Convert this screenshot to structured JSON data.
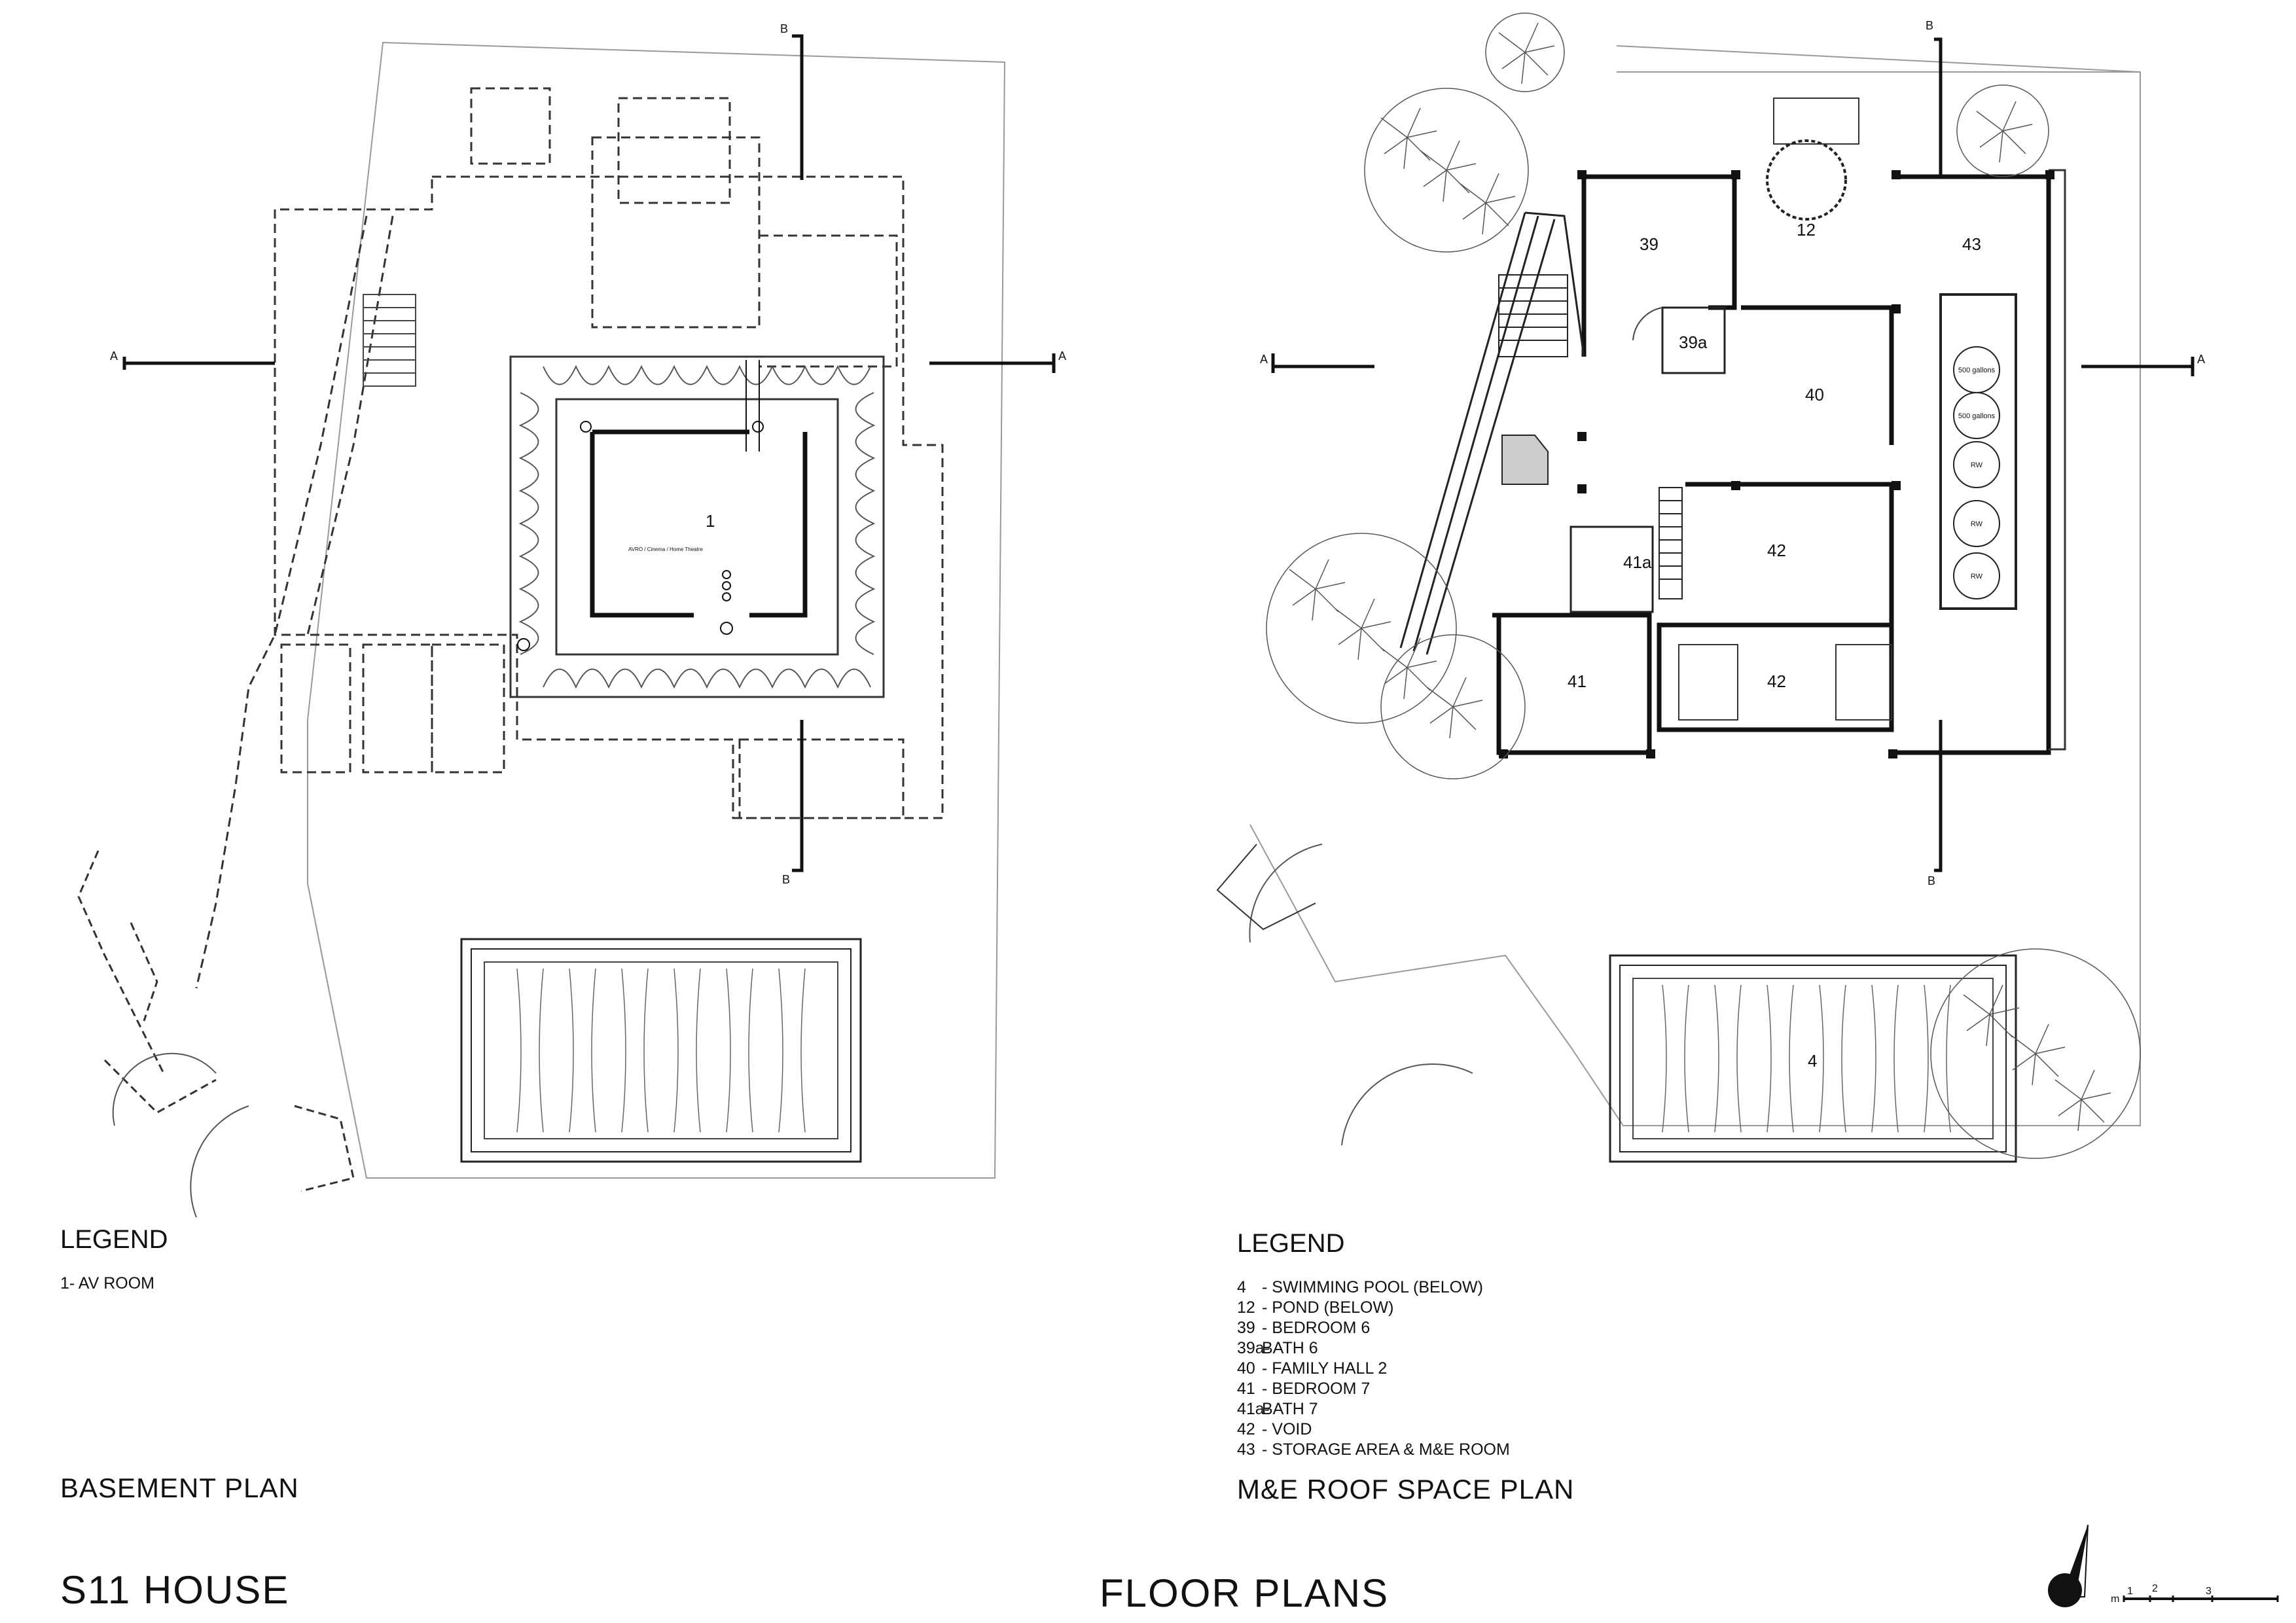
{
  "basement": {
    "legend_title": "LEGEND",
    "legend_items": [
      "1- AV ROOM"
    ],
    "plan_title": "BASEMENT PLAN",
    "room_labels": {
      "r1": "1",
      "r1_note": "AVRO / Cinema / Home Theatre"
    }
  },
  "roof": {
    "legend_title": "LEGEND",
    "legend_items": [
      {
        "num": "4",
        "text": "  - SWIMMING POOL (BELOW)"
      },
      {
        "num": "12",
        "text": " - POND (BELOW)"
      },
      {
        "num": "39",
        "text": " - BEDROOM 6"
      },
      {
        "num": "39a-",
        "text": " BATH 6"
      },
      {
        "num": "40",
        "text": " - FAMILY HALL 2"
      },
      {
        "num": "41",
        "text": " - BEDROOM 7"
      },
      {
        "num": "41a-",
        "text": " BATH 7"
      },
      {
        "num": "42",
        "text": " - VOID"
      },
      {
        "num": "43",
        "text": " - STORAGE AREA & M&E ROOM"
      }
    ],
    "plan_title": "M&E ROOF SPACE PLAN",
    "room_labels": {
      "r39": "39",
      "r39a": "39a",
      "r12": "12",
      "r43": "43",
      "r40": "40",
      "r41a": "41a",
      "r42a": "42",
      "r42b": "42",
      "r41": "41",
      "r4": "4"
    },
    "tanks": [
      "500 gallons",
      "500 gallons",
      "RW",
      "RW",
      "RW"
    ]
  },
  "sections": {
    "a": "A",
    "b": "B"
  },
  "title_block": {
    "project": "S11 HOUSE",
    "sheet": "FLOOR PLANS",
    "north": "N",
    "scale_unit": "m",
    "scale_ticks": [
      "1",
      "2",
      "3"
    ]
  }
}
